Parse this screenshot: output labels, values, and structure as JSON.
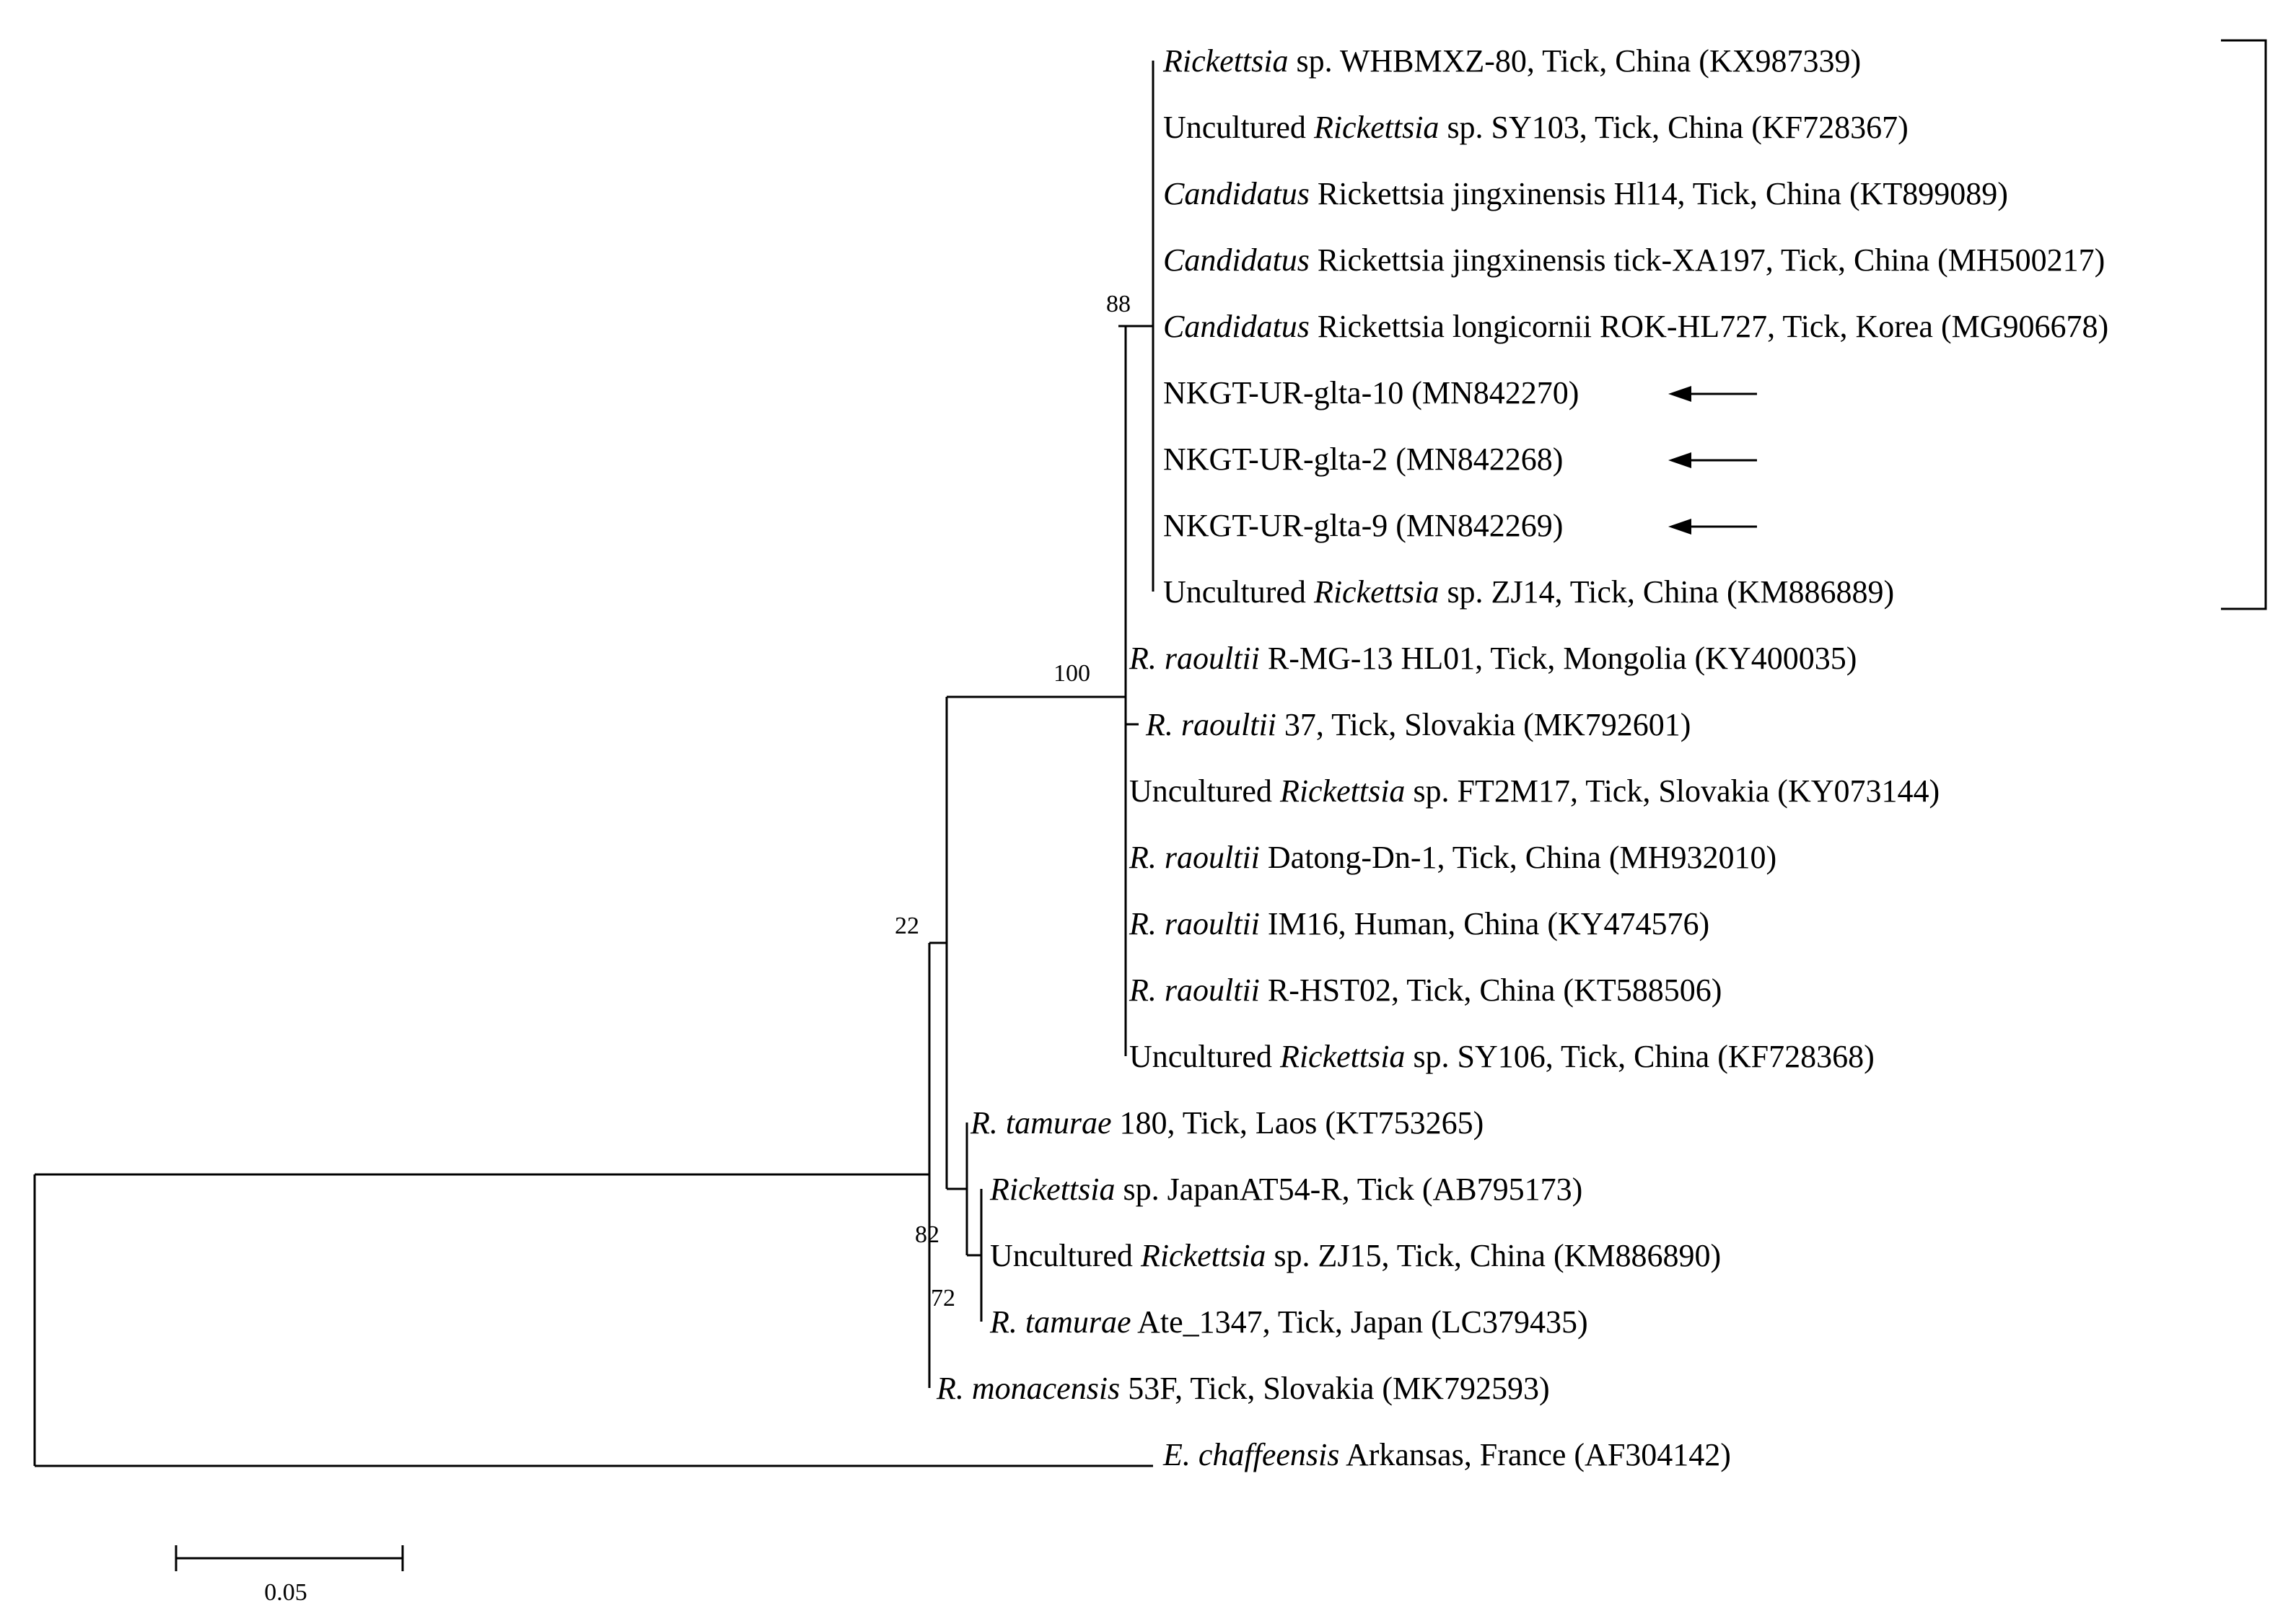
{
  "leaves": [
    {
      "id": "l1",
      "parts": [
        {
          "t": "Rickettsia",
          "i": true
        },
        {
          "t": " sp. WHBMXZ-80, Tick, China (KX987339)",
          "i": false
        }
      ]
    },
    {
      "id": "l2",
      "parts": [
        {
          "t": "Uncultured ",
          "i": false
        },
        {
          "t": "Rickettsia",
          "i": true
        },
        {
          "t": " sp. SY103, Tick, China (KF728367)",
          "i": false
        }
      ]
    },
    {
      "id": "l3",
      "parts": [
        {
          "t": "Candidatus",
          "i": true
        },
        {
          "t": " Rickettsia jingxinensis Hl14, Tick, China (KT899089)",
          "i": false
        }
      ]
    },
    {
      "id": "l4",
      "parts": [
        {
          "t": "Candidatus",
          "i": true
        },
        {
          "t": " Rickettsia jingxinensis tick-XA197, Tick, China (MH500217)",
          "i": false
        }
      ]
    },
    {
      "id": "l5",
      "parts": [
        {
          "t": "Candidatus",
          "i": true
        },
        {
          "t": " Rickettsia longicornii ROK-HL727, Tick, Korea (MG906678)",
          "i": false
        }
      ]
    },
    {
      "id": "l6",
      "parts": [
        {
          "t": "NKGT-UR-glta-10 (MN842270)",
          "i": false
        }
      ],
      "arrow": true
    },
    {
      "id": "l7",
      "parts": [
        {
          "t": "NKGT-UR-glta-2 (MN842268)",
          "i": false
        }
      ],
      "arrow": true
    },
    {
      "id": "l8",
      "parts": [
        {
          "t": "NKGT-UR-glta-9 (MN842269)",
          "i": false
        }
      ],
      "arrow": true
    },
    {
      "id": "l9",
      "parts": [
        {
          "t": "Uncultured ",
          "i": false
        },
        {
          "t": "Rickettsia",
          "i": true
        },
        {
          "t": " sp. ZJ14, Tick, China (KM886889)",
          "i": false
        }
      ]
    },
    {
      "id": "l10",
      "parts": [
        {
          "t": "R. raoultii",
          "i": true
        },
        {
          "t": " R-MG-13 HL01, Tick, Mongolia (KY400035)",
          "i": false
        }
      ]
    },
    {
      "id": "l11",
      "parts": [
        {
          "t": "R. raoultii",
          "i": true
        },
        {
          "t": " 37, Tick, Slovakia (MK792601)",
          "i": false
        }
      ]
    },
    {
      "id": "l12",
      "parts": [
        {
          "t": "Uncultured ",
          "i": false
        },
        {
          "t": "Rickettsia",
          "i": true
        },
        {
          "t": " sp. FT2M17, Tick, Slovakia (KY073144)",
          "i": false
        }
      ]
    },
    {
      "id": "l13",
      "parts": [
        {
          "t": "R. raoultii",
          "i": true
        },
        {
          "t": " Datong-Dn-1, Tick, China (MH932010)",
          "i": false
        }
      ]
    },
    {
      "id": "l14",
      "parts": [
        {
          "t": "R. raoultii",
          "i": true
        },
        {
          "t": " IM16, Human, China (KY474576)",
          "i": false
        }
      ]
    },
    {
      "id": "l15",
      "parts": [
        {
          "t": "R. raoultii",
          "i": true
        },
        {
          "t": " R-HST02, Tick, China (KT588506)",
          "i": false
        }
      ]
    },
    {
      "id": "l16",
      "parts": [
        {
          "t": "Uncultured ",
          "i": false
        },
        {
          "t": "Rickettsia",
          "i": true
        },
        {
          "t": " sp. SY106, Tick, China (KF728368)",
          "i": false
        }
      ]
    },
    {
      "id": "l17",
      "parts": [
        {
          "t": "R. tamurae",
          "i": true
        },
        {
          "t": " 180, Tick, Laos (KT753265)",
          "i": false
        }
      ]
    },
    {
      "id": "l18",
      "parts": [
        {
          "t": "Rickettsia",
          "i": true
        },
        {
          "t": " sp. JapanAT54-R, Tick (AB795173)",
          "i": false
        }
      ]
    },
    {
      "id": "l19",
      "parts": [
        {
          "t": "Uncultured ",
          "i": false
        },
        {
          "t": "Rickettsia",
          "i": true
        },
        {
          "t": " sp. ZJ15, Tick, China (KM886890)",
          "i": false
        }
      ]
    },
    {
      "id": "l20",
      "parts": [
        {
          "t": "R. tamurae",
          "i": true
        },
        {
          "t": " Ate_1347, Tick, Japan (LC379435)",
          "i": false
        }
      ]
    },
    {
      "id": "l21",
      "parts": [
        {
          "t": "R. monacensis",
          "i": true
        },
        {
          "t": " 53F, Tick, Slovakia (MK792593)",
          "i": false
        }
      ]
    },
    {
      "id": "l22",
      "parts": [
        {
          "t": "E. chaffeensis",
          "i": true
        },
        {
          "t": " Arkansas, France (AF304142)",
          "i": false
        }
      ]
    }
  ],
  "bootstrap": {
    "clade_88": "88",
    "clade_100": "100",
    "clade_22": "22",
    "clade_82": "82",
    "clade_72": "72"
  },
  "scale_bar": {
    "label": "0.05",
    "length": 0.05
  }
}
